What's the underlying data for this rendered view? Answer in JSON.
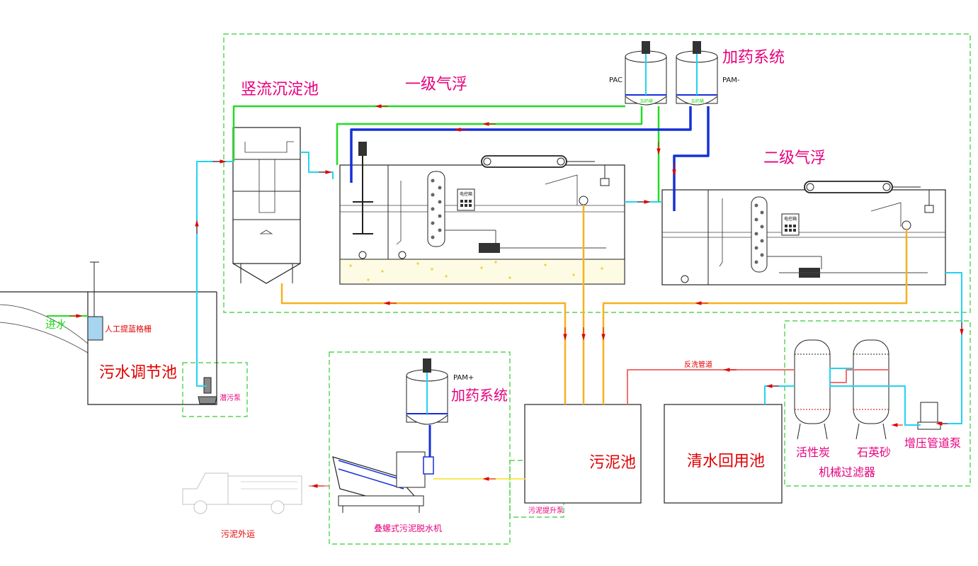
{
  "labels": {
    "vertical_settler": "竖流沉淀池",
    "primary_float": "一级气浮",
    "secondary_float": "二级气浮",
    "dosing_top": "加药系统",
    "pac": "PAC",
    "pam_minus": "PAM-",
    "tank_tag_a": "加药桶",
    "tank_tag_b": "加药桶",
    "panel_tag_a": "电控箱",
    "panel_tag_b": "电控箱",
    "inlet": "进水",
    "bar_screen": "人工提蓝格栅",
    "equalization": "污水调节池",
    "sewage_pump": "潜污泵",
    "pam_plus": "PAM+",
    "dosing_bottom": "加药系统",
    "screw_press": "叠螺式污泥脱水机",
    "sludge_out": "污泥外运",
    "sludge_pump": "污泥提升泵",
    "sludge_tank": "污泥池",
    "reuse_tank": "清水回用池",
    "backwash": "反洗管道",
    "carbon": "活性炭",
    "quartz": "石英砂",
    "booster": "增压管道泵",
    "filter": "机械过滤器"
  },
  "colors": {
    "water": "#22d3f0",
    "sludge": "#f5b21e",
    "dosing_pac": "#22dd22",
    "dosing_pam": "#1530d8",
    "backwash": "#f07070",
    "frame": "#33cc33",
    "arrow": "#e00000",
    "text_magenta": "#e6007e",
    "text_red": "#e00000"
  }
}
